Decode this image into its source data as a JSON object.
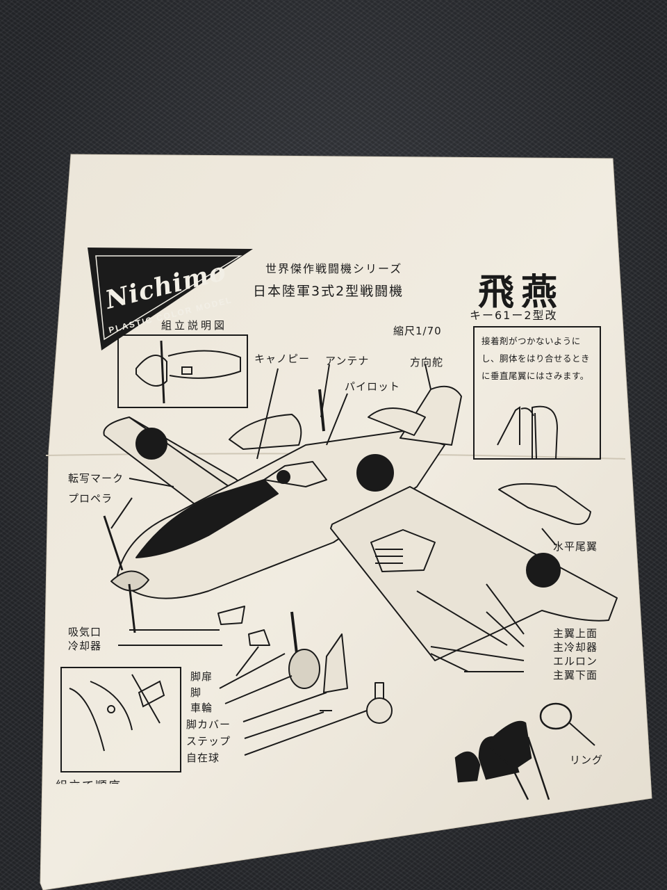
{
  "brand": {
    "name": "Nichimo",
    "tagline": "PLASTIC COLOR MODEL"
  },
  "header": {
    "series": "世界傑作戦闘機シリーズ",
    "model_line": "日本陸軍3式2型戦闘機",
    "title": "飛燕",
    "designation": "キー61ー2型改",
    "scale": "縮尺1/70"
  },
  "section_title": "組立説明図",
  "glue_note": "接着剤がつかないようにし、胴体をはり合せるときに垂直尾翼にはさみます。",
  "parts": [
    "キャノピー",
    "アンテナ",
    "方向舵",
    "パイロット",
    "転写マーク",
    "プロペラ",
    "水平尾翼",
    "吸気口",
    "冷却器",
    "主翼上面",
    "主冷却器",
    "エルロン",
    "主翼下面",
    "脚扉",
    "脚",
    "車輪",
    "脚カバー",
    "ステップ",
    "自在球",
    "リング"
  ],
  "bottom_text": "組立て順序"
}
